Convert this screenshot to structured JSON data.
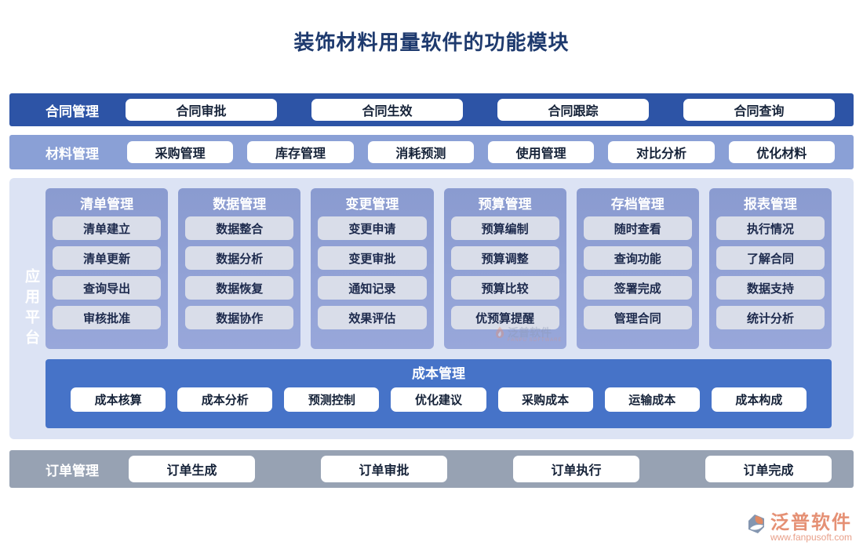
{
  "title": "装饰材料用量软件的功能模块",
  "contract_row": {
    "label": "合同管理",
    "buttons": [
      "合同审批",
      "合同生效",
      "合同跟踪",
      "合同查询"
    ]
  },
  "material_row": {
    "label": "材料管理",
    "buttons": [
      "采购管理",
      "库存管理",
      "消耗预测",
      "使用管理",
      "对比分析",
      "优化材料"
    ]
  },
  "platform": {
    "label": "应用平台",
    "columns": [
      {
        "header": "清单管理",
        "items": [
          "清单建立",
          "清单更新",
          "查询导出",
          "审核批准"
        ]
      },
      {
        "header": "数据管理",
        "items": [
          "数据整合",
          "数据分析",
          "数据恢复",
          "数据协作"
        ]
      },
      {
        "header": "变更管理",
        "items": [
          "变更申请",
          "变更审批",
          "通知记录",
          "效果评估"
        ]
      },
      {
        "header": "预算管理",
        "items": [
          "预算编制",
          "预算调整",
          "预算比较",
          "优预算提醒"
        ]
      },
      {
        "header": "存档管理",
        "items": [
          "随时查看",
          "查询功能",
          "签署完成",
          "管理合同"
        ]
      },
      {
        "header": "报表管理",
        "items": [
          "执行情况",
          "了解合同",
          "数据支持",
          "统计分析"
        ]
      }
    ],
    "cost_band": {
      "header": "成本管理",
      "buttons": [
        "成本核算",
        "成本分析",
        "预测控制",
        "优化建议",
        "采购成本",
        "运输成本",
        "成本构成"
      ]
    }
  },
  "order_row": {
    "label": "订单管理",
    "buttons": [
      "订单生成",
      "订单审批",
      "订单执行",
      "订单完成"
    ]
  },
  "watermark": {
    "text": "泛普软件",
    "subtext": "FANPU SOFTWARE"
  },
  "logo": {
    "text": "泛普软件",
    "url": "www.fanpusoft.com"
  },
  "colors": {
    "title": "#1e3a6e",
    "contract_bar": "#2d54a6",
    "material_bar": "#8aa0d6",
    "platform_bg": "#dce3f4",
    "column_bg": "#8f9fd4",
    "column_item_bg": "#d9dde9",
    "cost_band": "#4673c8",
    "order_bar": "#97a2b3",
    "logo_orange": "#e59074"
  }
}
